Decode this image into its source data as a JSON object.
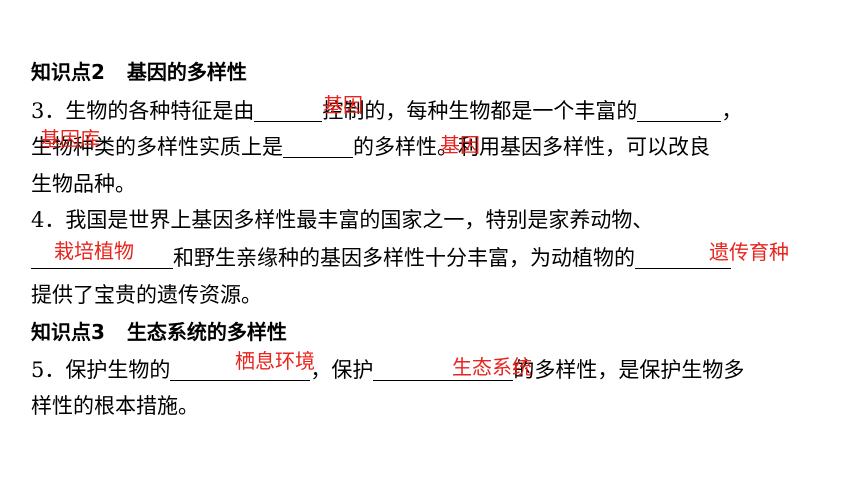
{
  "section2": {
    "title": "知识点2",
    "subtitle": "基因的多样性"
  },
  "q3": {
    "line1_a": "3．生物的各种特征是由",
    "line1_b": "控制的，每种生物都是一个丰富的",
    "line1_c": "，",
    "line2_a": "生物种类的多样性实质上是",
    "line2_b": "的多样性。利用基因多样性，可以改良",
    "line3": "生物品种。",
    "answers": [
      "基因",
      "基因库",
      "基因"
    ]
  },
  "q4": {
    "line1": "4．我国是世界上基因多样性最丰富的国家之一，特别是家养动物、",
    "line2_b": "和野生亲缘种的基因多样性十分丰富，为动植物的",
    "line3": "提供了宝贵的遗传资源。",
    "answers": [
      "栽培植物",
      "遗传育种"
    ]
  },
  "section3": {
    "title": "知识点3",
    "subtitle": "生态系统的多样性"
  },
  "q5": {
    "line1_a": "5．保护生物的",
    "line1_b": "，保护",
    "line1_c": "的多样性，是保护生物多",
    "line2": "样性的根本措施。",
    "answers": [
      "栖息环境",
      "生态系统"
    ]
  }
}
